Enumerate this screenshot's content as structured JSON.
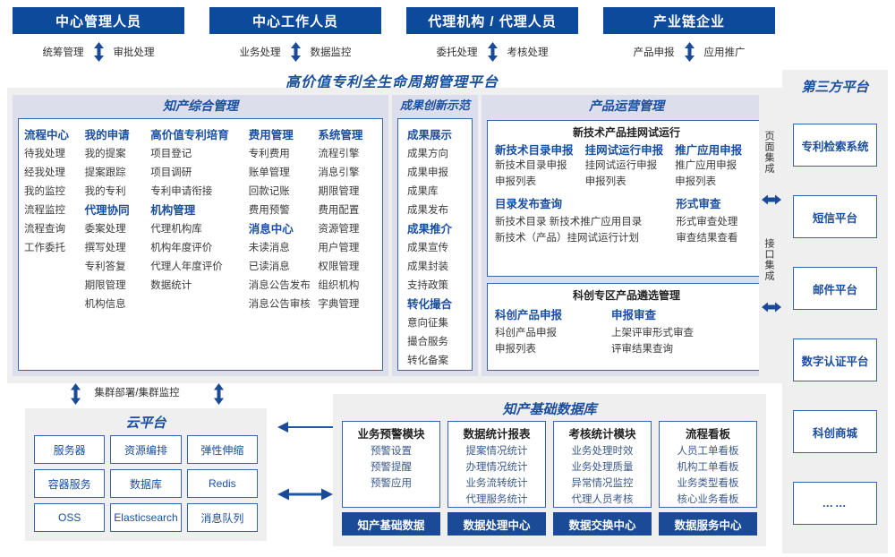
{
  "roles": [
    {
      "label": "中心管理人员",
      "left": "统筹管理",
      "right": "审批处理"
    },
    {
      "label": "中心工作人员",
      "left": "业务处理",
      "right": "数据监控"
    },
    {
      "label": "代理机构 / 代理人员",
      "left": "委托处理",
      "right": "考核处理"
    },
    {
      "label": "产业链企业",
      "left": "产品申报",
      "right": "应用推广"
    }
  ],
  "platform_title": "高价值专利全生命周期管理平台",
  "groups": {
    "ip_mgmt": {
      "title": "知产综合管理",
      "columns": [
        {
          "blocks": [
            {
              "head": "流程中心",
              "items": [
                "待我处理",
                "经我处理",
                "我的监控",
                "流程监控",
                "流程查询",
                "工作委托"
              ]
            }
          ]
        },
        {
          "blocks": [
            {
              "head": "我的申请",
              "items": [
                "我的提案",
                "提案跟踪",
                "我的专利"
              ]
            },
            {
              "head": "代理协同",
              "items": [
                "委案处理",
                "撰写处理",
                "专利答复",
                "期限管理",
                "机构信息"
              ]
            }
          ]
        },
        {
          "blocks": [
            {
              "head": "高价值专利培育",
              "items": [
                "项目登记",
                "项目调研",
                "专利申请衔接"
              ]
            },
            {
              "head": "机构管理",
              "items": [
                "代理机构库",
                "机构年度评价",
                "代理人年度评价",
                "数据统计"
              ]
            }
          ]
        },
        {
          "blocks": [
            {
              "head": "费用管理",
              "items": [
                "专利费用",
                "账单管理",
                "回款记账",
                "费用预警"
              ]
            },
            {
              "head": "消息中心",
              "items": [
                "未读消息",
                "已读消息",
                "消息公告发布",
                "消息公告审核"
              ]
            }
          ]
        },
        {
          "blocks": [
            {
              "head": "系统管理",
              "items": [
                "流程引擎",
                "消息引擎",
                "期限管理",
                "费用配置",
                "资源管理",
                "用户管理",
                "权限管理",
                "组织机构",
                "字典管理"
              ]
            }
          ]
        }
      ]
    },
    "achievement": {
      "title": "成果创新示范",
      "blocks": [
        {
          "head": "成果展示",
          "items": [
            "成果方向",
            "成果申报",
            "成果库",
            "成果发布"
          ]
        },
        {
          "head": "成果推介",
          "items": [
            "成果宣传",
            "成果封装",
            "支持政策"
          ]
        },
        {
          "head": "转化撮合",
          "items": [
            "意向征集",
            "撮合服务",
            "转化备案"
          ]
        }
      ]
    },
    "product_ops": {
      "title": "产品运营管理",
      "sub_boxes": [
        {
          "title": "新技术产品挂网试运行",
          "columns": [
            {
              "blocks": [
                {
                  "head": "新技术目录申报",
                  "items": [
                    "新技术目录申报",
                    "申报列表"
                  ]
                },
                {
                  "head": "目录发布查询",
                  "items": [
                    "新技术目录    新技术推广应用目录",
                    "新技术（产品）挂网试运行计划"
                  ]
                }
              ]
            },
            {
              "blocks": [
                {
                  "head": "挂网试运行申报",
                  "items": [
                    "挂网试运行申报",
                    "申报列表"
                  ]
                }
              ]
            },
            {
              "blocks": [
                {
                  "head": "推广应用申报",
                  "items": [
                    "推广应用申报",
                    "申报列表"
                  ]
                },
                {
                  "head": "形式审查",
                  "items": [
                    "形式审查处理",
                    "审查结果查看"
                  ]
                }
              ]
            }
          ]
        },
        {
          "title": "科创专区产品遴选管理",
          "columns": [
            {
              "blocks": [
                {
                  "head": "科创产品申报",
                  "items": [
                    "科创产品申报",
                    "申报列表"
                  ]
                }
              ]
            },
            {
              "blocks": [
                {
                  "head": "申报审查",
                  "items": [
                    "上架评审形式审查",
                    "评审结果查询"
                  ]
                }
              ]
            }
          ]
        }
      ]
    }
  },
  "integration": {
    "page_integration": "页面集成",
    "api_integration": "接口集成"
  },
  "third_party": {
    "title": "第三方平台",
    "items": [
      "专利检索系统",
      "短信平台",
      "邮件平台",
      "数字认证平台",
      "科创商城",
      "……"
    ]
  },
  "cluster_label": "集群部署/集群监控",
  "cloud": {
    "title": "云平台",
    "items": [
      "服务器",
      "资源编排",
      "弹性伸缩",
      "容器服务",
      "数据库",
      "Redis",
      "OSS",
      "Elasticsearch",
      "消息队列"
    ]
  },
  "database": {
    "title": "知产基础数据库",
    "cards": [
      {
        "head": "业务预警模块",
        "items": [
          "预警设置",
          "预警提醒",
          "预警应用"
        ]
      },
      {
        "head": "数据统计报表",
        "items": [
          "提案情况统计",
          "办理情况统计",
          "业务流转统计",
          "代理服务统计"
        ]
      },
      {
        "head": "考核统计模块",
        "items": [
          "业务处理时效",
          "业务处理质量",
          "异常情况监控",
          "代理人员考核"
        ]
      },
      {
        "head": "流程看板",
        "items": [
          "人员工单看板",
          "机构工单看板",
          "业务类型看板",
          "核心业务看板"
        ]
      }
    ],
    "footer": [
      "知产基础数据",
      "数据处理中心",
      "数据交换中心",
      "数据服务中心"
    ]
  },
  "colors": {
    "brand_blue": "#0e4a9c",
    "accent_blue": "#1a4fa0",
    "border_blue": "#3a63ad",
    "panel_gray": "#efefef",
    "group_band": "#dcdeeb"
  }
}
